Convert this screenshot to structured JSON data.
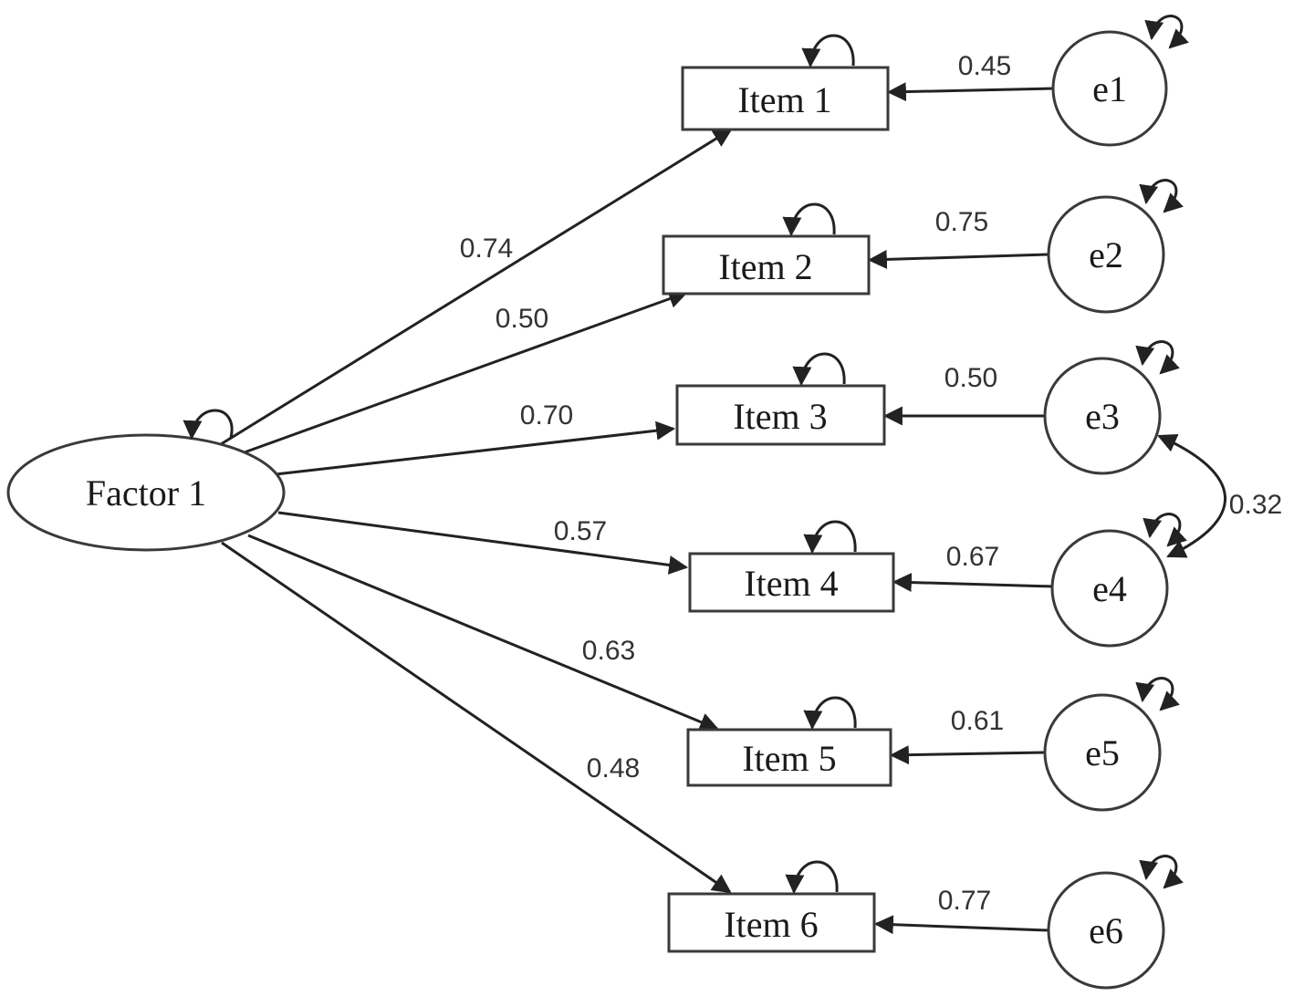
{
  "factor": {
    "label": "Factor 1"
  },
  "items": [
    {
      "label": "Item 1",
      "loading": "0.74"
    },
    {
      "label": "Item 2",
      "loading": "0.50"
    },
    {
      "label": "Item 3",
      "loading": "0.70"
    },
    {
      "label": "Item 4",
      "loading": "0.57"
    },
    {
      "label": "Item 5",
      "loading": "0.63"
    },
    {
      "label": "Item 6",
      "loading": "0.48"
    }
  ],
  "errors": [
    {
      "label": "e1",
      "path": "0.45"
    },
    {
      "label": "e2",
      "path": "0.75"
    },
    {
      "label": "e3",
      "path": "0.50"
    },
    {
      "label": "e4",
      "path": "0.67"
    },
    {
      "label": "e5",
      "path": "0.61"
    },
    {
      "label": "e6",
      "path": "0.77"
    }
  ],
  "covariances": [
    {
      "from": "e3",
      "to": "e4",
      "value": "0.32"
    }
  ],
  "colors": {
    "stroke": "#222222",
    "text": "#1a1a1a"
  }
}
